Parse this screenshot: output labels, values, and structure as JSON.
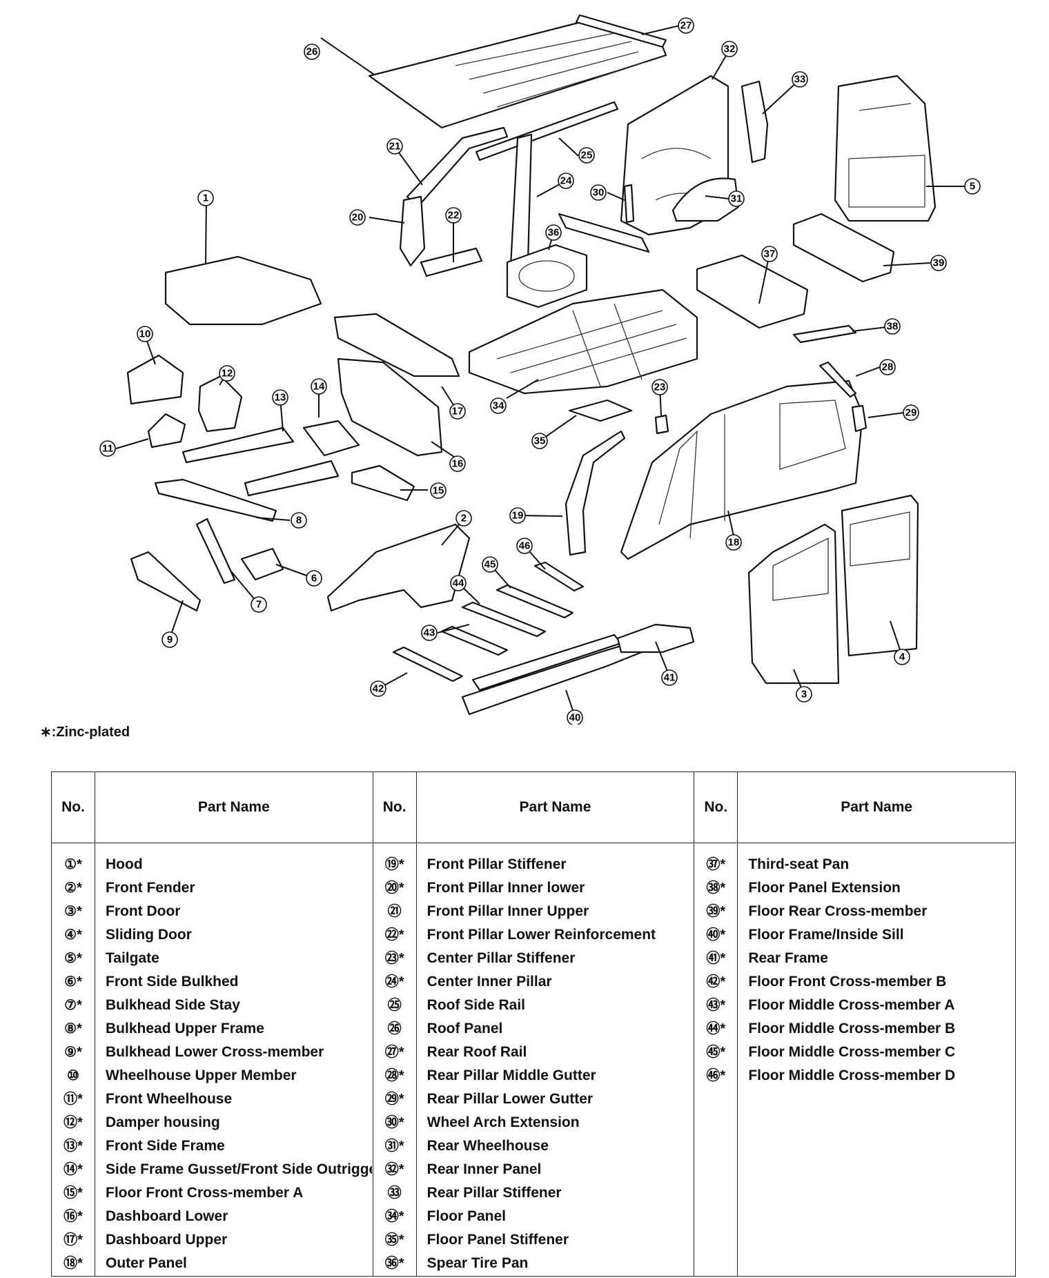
{
  "diagram": {
    "callouts": [
      "1",
      "2",
      "3",
      "4",
      "5",
      "6",
      "7",
      "8",
      "9",
      "10",
      "11",
      "12",
      "13",
      "14",
      "15",
      "16",
      "17",
      "18",
      "19",
      "20",
      "21",
      "22",
      "23",
      "24",
      "25",
      "26",
      "27",
      "28",
      "29",
      "30",
      "31",
      "32",
      "33",
      "34",
      "35",
      "36",
      "37",
      "38",
      "39",
      "40",
      "41",
      "42",
      "43",
      "44",
      "45",
      "46"
    ]
  },
  "note": "∗:Zinc-plated",
  "table": {
    "headers": {
      "no": "No.",
      "part_name": "Part Name"
    },
    "columns": [
      {
        "numbers": [
          "①*",
          "②*",
          "③*",
          "④*",
          "⑤*",
          "⑥*",
          "⑦*",
          "⑧*",
          "⑨*",
          "⑩",
          "⑪*",
          "⑫*",
          "⑬*",
          "⑭*",
          "⑮*",
          "⑯*",
          "⑰*",
          "⑱*"
        ],
        "names": [
          "Hood",
          "Front Fender",
          "Front Door",
          "Sliding Door",
          "Tailgate",
          "Front Side Bulkhed",
          "Bulkhead Side Stay",
          "Bulkhead Upper Frame",
          "Bulkhead Lower Cross-member",
          "Wheelhouse Upper Member",
          "Front Wheelhouse",
          "Damper housing",
          "Front Side Frame",
          "Side Frame Gusset/Front Side Outrigger",
          "Floor Front Cross-member A",
          "Dashboard Lower",
          "Dashboard Upper",
          "Outer Panel"
        ]
      },
      {
        "numbers": [
          "⑲*",
          "⑳*",
          "㉑",
          "㉒*",
          "㉓*",
          "㉔*",
          "㉕",
          "㉖",
          "㉗*",
          "㉘*",
          "㉙*",
          "㉚*",
          "㉛*",
          "㉜*",
          "㉝",
          "㉞*",
          "㉟*",
          "㊱*"
        ],
        "names": [
          "Front Pillar Stiffener",
          "Front Pillar Inner lower",
          "Front Pillar Inner Upper",
          "Front Pillar Lower Reinforcement",
          "Center Pillar Stiffener",
          "Center Inner Pillar",
          "Roof Side Rail",
          "Roof Panel",
          "Rear Roof Rail",
          "Rear Pillar Middle Gutter",
          "Rear Pillar Lower Gutter",
          "Wheel Arch Extension",
          "Rear Wheelhouse",
          "Rear Inner Panel",
          "Rear Pillar Stiffener",
          "Floor Panel",
          "Floor Panel Stiffener",
          "Spear Tire Pan"
        ]
      },
      {
        "numbers": [
          "㊲*",
          "㊳*",
          "㊴*",
          "㊵*",
          "㊶*",
          "㊷*",
          "㊸*",
          "㊹*",
          "㊺*",
          "㊻*"
        ],
        "names": [
          "Third-seat Pan",
          "Floor Panel Extension",
          "Floor Rear Cross-member",
          "Floor Frame/Inside Sill",
          "Rear Frame",
          "Floor Front Cross-member B",
          "Floor Middle Cross-member A",
          "Floor Middle Cross-member B",
          "Floor Middle Cross-member C",
          "Floor Middle Cross-member D"
        ]
      }
    ]
  }
}
